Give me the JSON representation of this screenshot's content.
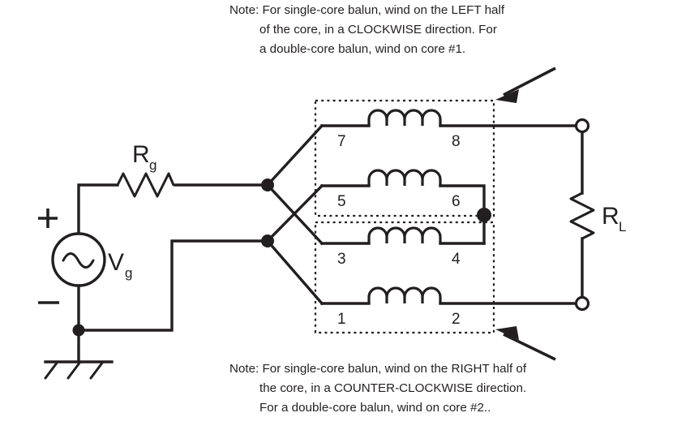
{
  "diagram": {
    "title": "Balun winding / transformer schematic",
    "notes": {
      "top": {
        "name": "top-note",
        "lines": [
          "Note: For single-core balun, wind on the LEFT half",
          "of the core, in a CLOCKWISE direction. For",
          "a double-core balun, wind on core #1."
        ]
      },
      "bottom": {
        "name": "bottom-note",
        "lines": [
          "Note: For single-core balun, wind on the RIGHT half of",
          "the core, in a COUNTER-CLOCKWISE direction.",
          "For a double-core balun, wind on core #2.."
        ]
      }
    },
    "source": {
      "label": "V",
      "subscript": "g",
      "plus": "+",
      "minus": "–",
      "type": "ac-sine"
    },
    "generator_resistor": {
      "label": "R",
      "subscript": "g"
    },
    "load_resistor": {
      "label": "R",
      "subscript": "L"
    },
    "windings": [
      {
        "id": "w4",
        "left_terminal": "7",
        "right_terminal": "8",
        "core": 1
      },
      {
        "id": "w3",
        "left_terminal": "5",
        "right_terminal": "6",
        "core": 1
      },
      {
        "id": "w2",
        "left_terminal": "3",
        "right_terminal": "4",
        "core": 2
      },
      {
        "id": "w1",
        "left_terminal": "1",
        "right_terminal": "2",
        "core": 2
      }
    ],
    "colors": {
      "ink": "#231f20",
      "background": "#ffffff"
    }
  }
}
